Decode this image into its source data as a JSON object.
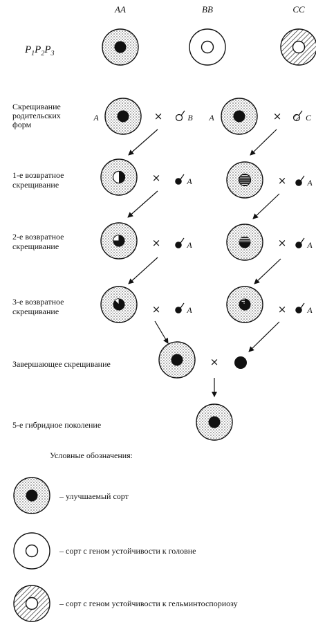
{
  "columns": {
    "aa": "AA",
    "bb": "BB",
    "cc": "CC"
  },
  "parents_label_base": [
    "P",
    "P",
    "P"
  ],
  "parents_label_sub": [
    "1",
    "2",
    "3"
  ],
  "rows": {
    "parental": [
      "Скрещивание",
      "родительских",
      "форм"
    ],
    "backcross1": [
      "1-е возвратное",
      "скрещивание"
    ],
    "backcross2": [
      "2-е возвратное",
      "скрещивание"
    ],
    "backcross3": [
      "3-е возвратное",
      "скрещивание"
    ],
    "final": "Завершающее скрещивание",
    "hybrid5": "5-е гибридное поколение"
  },
  "symbols": {
    "cross": "×",
    "parent_a": "A",
    "male_a": "A",
    "male_b": "B",
    "male_c": "C"
  },
  "legend": {
    "title": "Условные обозначения:",
    "improved": "– улучшаемый сорт",
    "smut": "– сорт с геном устойчивости к головне",
    "helmintho": "– сорт с геном устойчивости к гельминтоспориозу"
  },
  "colors": {
    "ink": "#111111",
    "stipple": "#bdbdbd",
    "paper": "#ffffff"
  }
}
